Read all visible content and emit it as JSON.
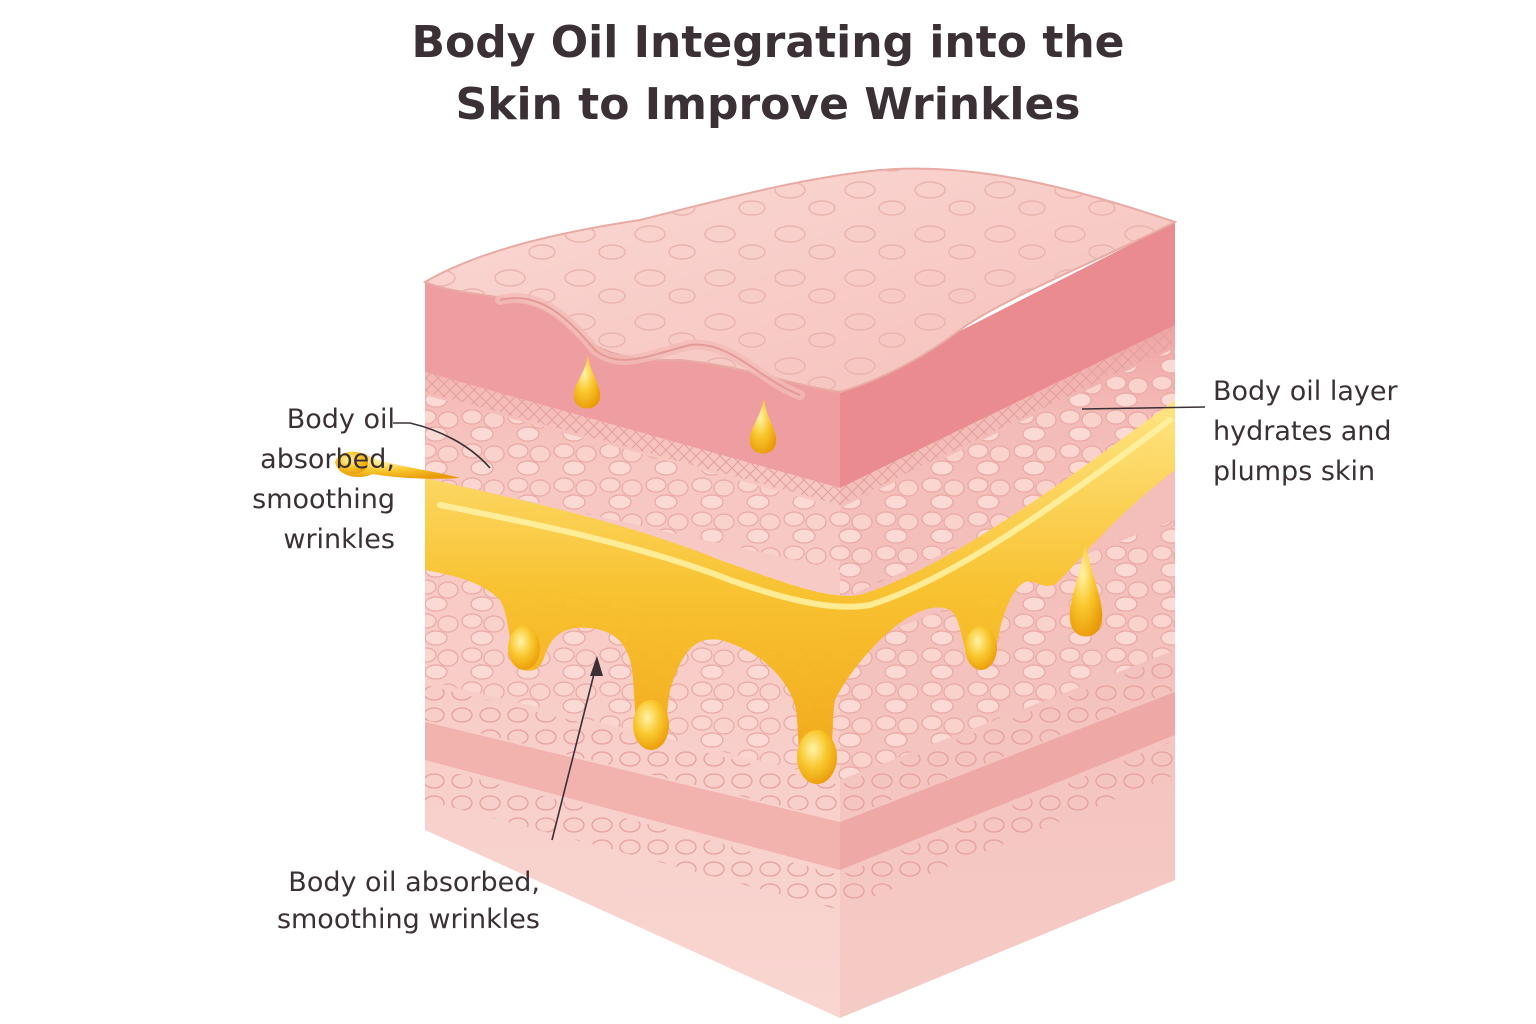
{
  "title": {
    "line1": "Body Oil Integrating into the",
    "line2": "Skin to Improve Wrinkles"
  },
  "labels": {
    "left": {
      "line1": "Body oil",
      "line2": "absorbed,",
      "line3": "smoothing",
      "line4": "wrinkles"
    },
    "right": {
      "line1": "Body oil layer",
      "line2": "hydrates and",
      "line3": "plumps skin"
    },
    "bottom": {
      "line1": "Body oil absorbed,",
      "line2": "smoothing wrinkles"
    }
  },
  "colors": {
    "skin_top": "#f7c8c4",
    "skin_dermis": "#f4b6b2",
    "skin_deep": "#f9d3cf",
    "oil": "#f6b821",
    "oil_highlight": "#ffe27a",
    "text": "#3a3035"
  }
}
